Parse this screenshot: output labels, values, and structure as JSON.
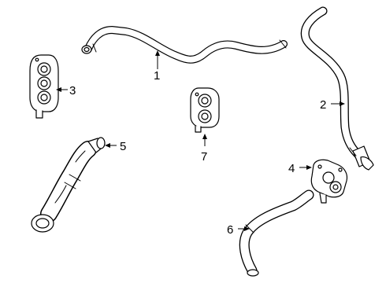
{
  "callouts": {
    "part_1": "1",
    "part_2": "2",
    "part_3": "3",
    "part_4": "4",
    "part_5": "5",
    "part_6": "6",
    "part_7": "7"
  },
  "colors": {
    "line": "#000000",
    "background": "#ffffff"
  }
}
